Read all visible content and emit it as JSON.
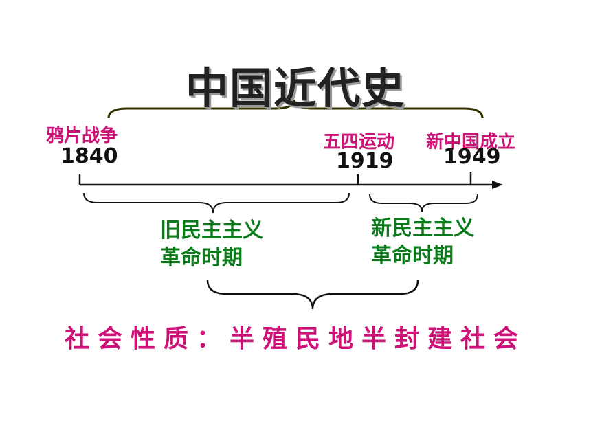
{
  "title": "中国近代史",
  "events": [
    {
      "name": "鸦片战争",
      "year": "1840"
    },
    {
      "name": "五四运动",
      "year": "1919"
    },
    {
      "name": "新中国成立",
      "year": "1949"
    }
  ],
  "periods": [
    {
      "line1": "旧民主主义",
      "line2": "革命时期"
    },
    {
      "line1": "新民主主义",
      "line2": "革命时期"
    }
  ],
  "nature": "社会性质：半殖民地半封建社会",
  "colors": {
    "event_text": "#cc1177",
    "period_text": "#0a7a1a",
    "top_brace": "#333300",
    "axis": "#111111"
  }
}
